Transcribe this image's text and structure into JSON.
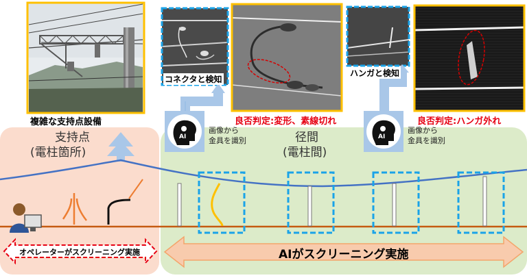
{
  "photos": {
    "support_caption": "複雑な支持点設備",
    "connector_caption": "コネクタと検知",
    "hanger_caption": "ハンガと検知"
  },
  "judgements": {
    "connector": "良否判定:変形、素線切れ",
    "hanger": "良否判定:ハンガ外れ"
  },
  "zones": {
    "support_label_line1": "支持点",
    "support_label_line2": "(電柱箇所)",
    "span_label_line1": "径間",
    "span_label_line2": "(電柱間)"
  },
  "ai_nodes": {
    "icon_text": "AI",
    "desc_line1": "画像から",
    "desc_line2": "金具を識別"
  },
  "arrows": {
    "operator": "オペレーターがスクリーニング実施",
    "ai": "AIがスクリーニング実施"
  },
  "colors": {
    "support_zone": "#fbdccd",
    "span_zone": "#dcebc9",
    "catenary": "#4472c4",
    "ground_wire": "#c55a11",
    "detection_box": "#1aa3e8",
    "photo_frame_yellow": "#ffc000",
    "photo_frame_blue": "#1aa3e8",
    "judgement_red": "#e60012",
    "ai_arrow_fill": "#f8cbad",
    "ai_arrow_stroke": "#f4a46a"
  }
}
